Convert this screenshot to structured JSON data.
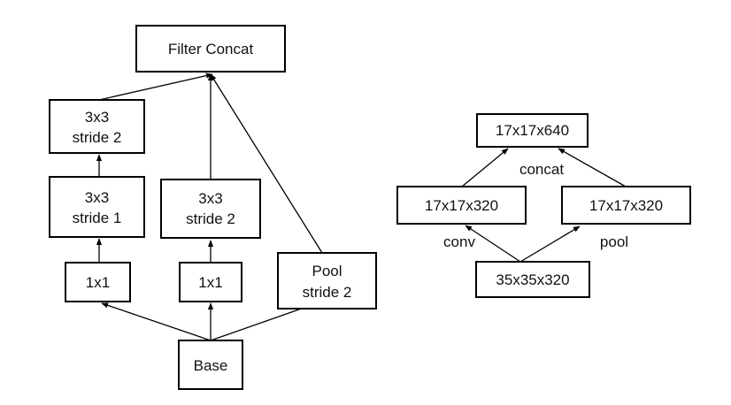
{
  "left_diagram": {
    "filter_concat": "Filter Concat",
    "b1_top": [
      "3x3",
      "stride 2"
    ],
    "b1_mid": [
      "3x3",
      "stride 1"
    ],
    "b1_bot": "1x1",
    "b2_top": [
      "3x3",
      "stride 2"
    ],
    "b2_bot": "1x1",
    "pool": [
      "Pool",
      "stride 2"
    ],
    "base": "Base"
  },
  "right_diagram": {
    "output": "17x17x640",
    "concat_label": "concat",
    "conv_branch": "17x17x320",
    "pool_branch": "17x17x320",
    "input": "35x35x320",
    "conv_label": "conv",
    "pool_label": "pool"
  },
  "colors": {
    "stroke": "#000000",
    "background": "#ffffff"
  }
}
